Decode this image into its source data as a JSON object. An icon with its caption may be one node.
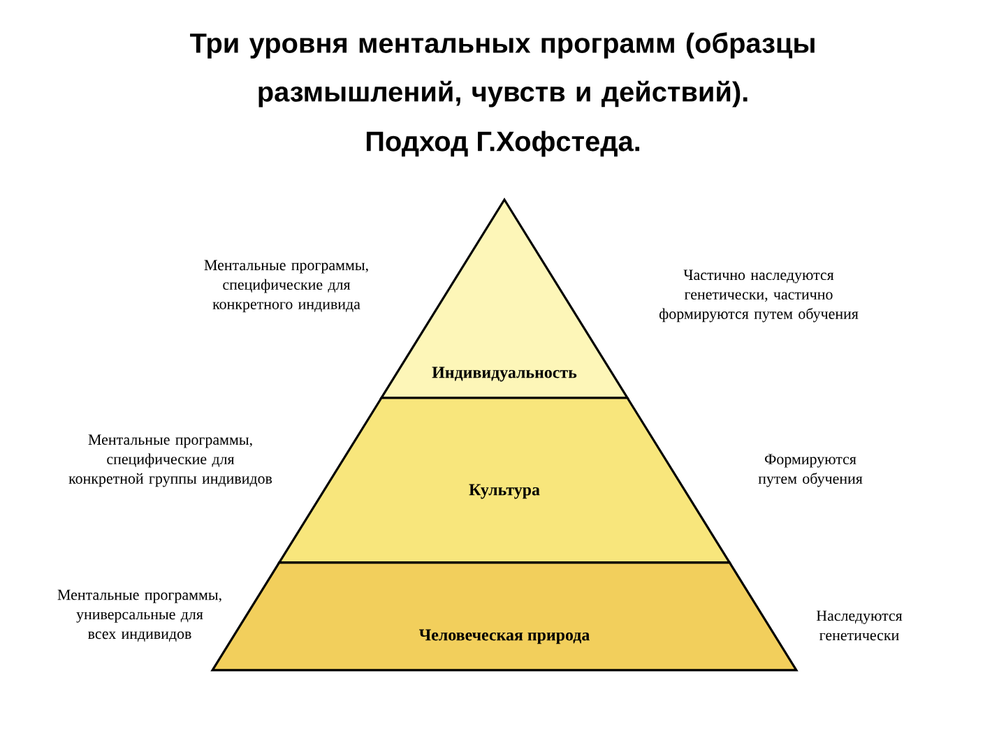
{
  "diagram": {
    "title": "Три уровня ментальных программ (образцы размышлений, чувств и действий).",
    "nodes": [
      {
        "text": [
          "Индивидуальность"
        ],
        "beside": [
          "Ментальные программы, специфические для конкретного индивида",
          "Частично наследуются генетически, частично формируются путем обучения"
        ]
      },
      {
        "text": [
          "Культура"
        ],
        "beside": [
          "Ментальные программы, специфические для конкретной группы индивидов",
          "Формируются путем обучения"
        ]
      },
      {
        "text": [
          "Человеческая природа"
        ],
        "beside": [
          "Ментальные программы, универсальные для всех индивидов",
          "Наследуются генетически"
        ]
      }
    ],
    "labels": [
      "Подход Г.Хофстеда."
    ]
  }
}
